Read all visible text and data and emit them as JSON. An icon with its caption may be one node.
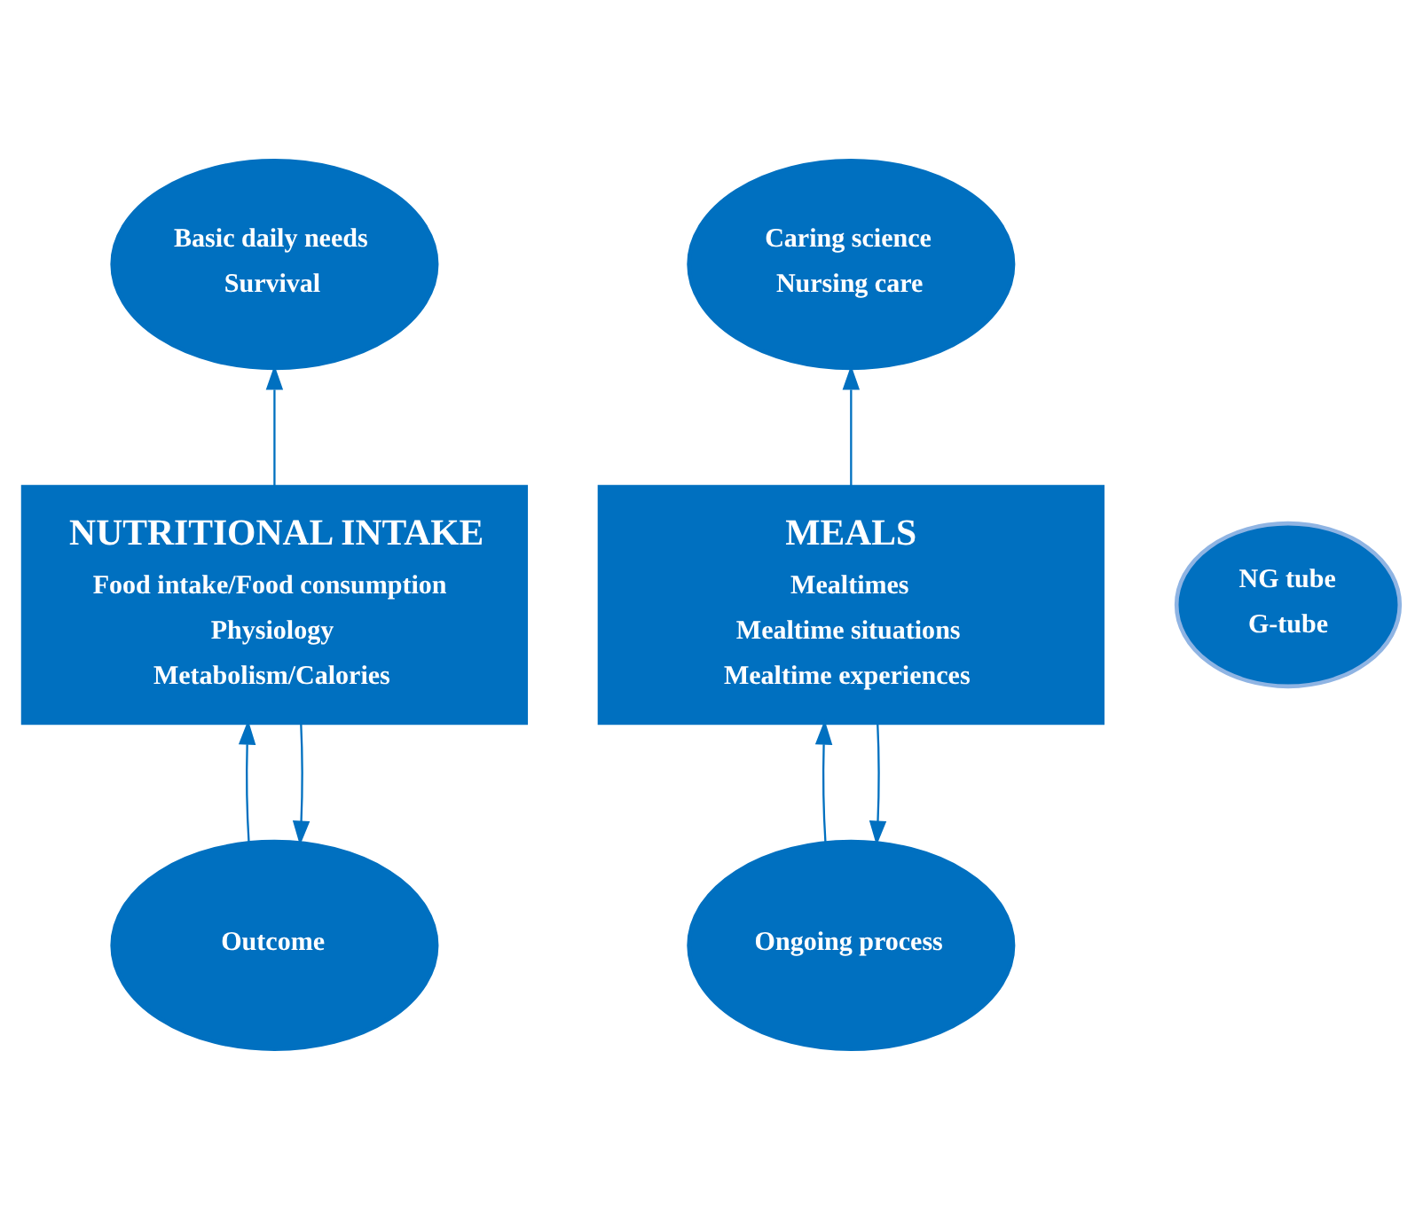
{
  "diagram": {
    "nodes": [
      {
        "text": [
          "Basic daily needs",
          "Survival"
        ]
      },
      {
        "text": [
          "Caring science",
          "Nursing care"
        ]
      },
      {
        "text": [
          "NUTRITIONAL INTAKE",
          "Food intake/Food consumption",
          "Physiology",
          "Metabolism/Calories"
        ]
      },
      {
        "text": [
          "NG tube",
          "G-tube"
        ]
      },
      {
        "text": [
          "MEALS",
          "Mealtimes",
          "Mealtime situations",
          "Mealtime experiences"
        ]
      },
      {
        "text": [
          "Outcome"
        ]
      },
      {
        "text": [
          "Ongoing process"
        ]
      }
    ],
    "edges": [
      {
        "from": 2,
        "to": 0,
        "arrow": "to"
      },
      {
        "from": 4,
        "to": 1,
        "arrow": "to"
      },
      {
        "from": 5,
        "to": 2,
        "arrow": "to"
      },
      {
        "from": 2,
        "to": 5,
        "arrow": "to"
      },
      {
        "from": 4,
        "to": 6,
        "arrow": "to"
      },
      {
        "from": 6,
        "to": 4,
        "arrow": "to"
      }
    ]
  }
}
